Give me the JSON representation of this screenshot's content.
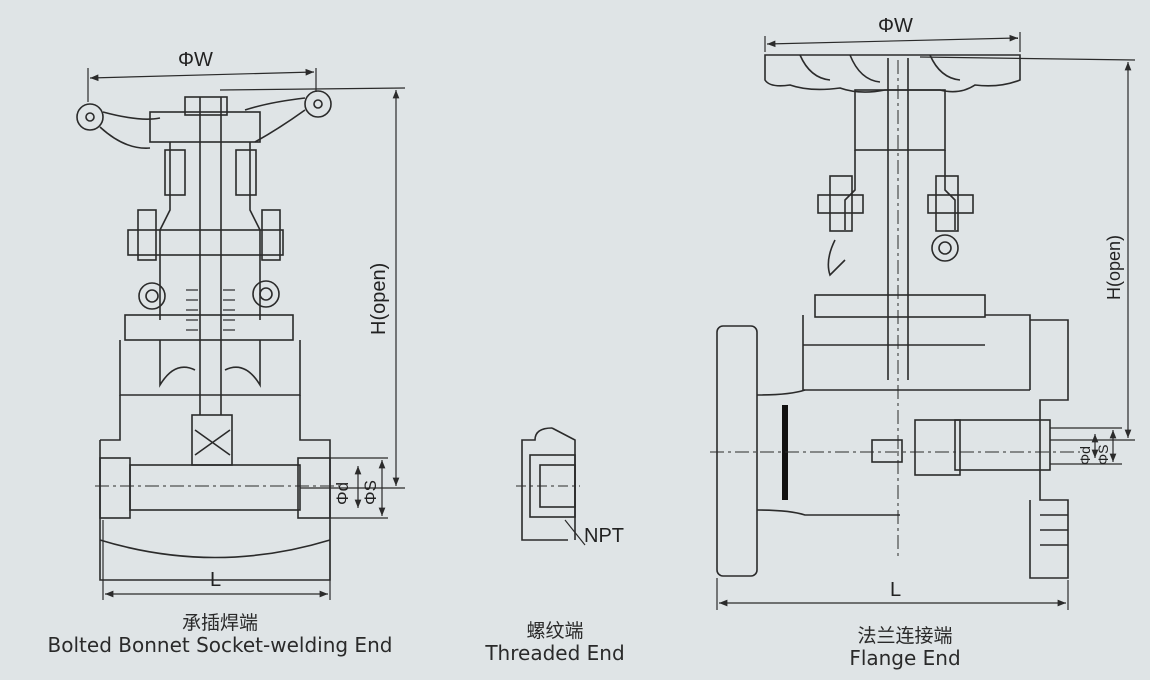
{
  "labels": {
    "phi_w": "ΦW",
    "h_open": "H(open)",
    "phi_d": "Φd",
    "phi_s": "ΦS",
    "l": "L",
    "npt": "NPT"
  },
  "captions": {
    "socket": {
      "zh": "承插焊端",
      "en": "Bolted Bonnet Socket-welding End"
    },
    "threaded": {
      "zh": "螺纹端",
      "en": "Threaded End"
    },
    "flange": {
      "zh": "法兰连接端",
      "en": "Flange End"
    }
  },
  "colors": {
    "background": "#dfe4e6",
    "line": "#2b2b2b",
    "gasket": "#111111"
  }
}
